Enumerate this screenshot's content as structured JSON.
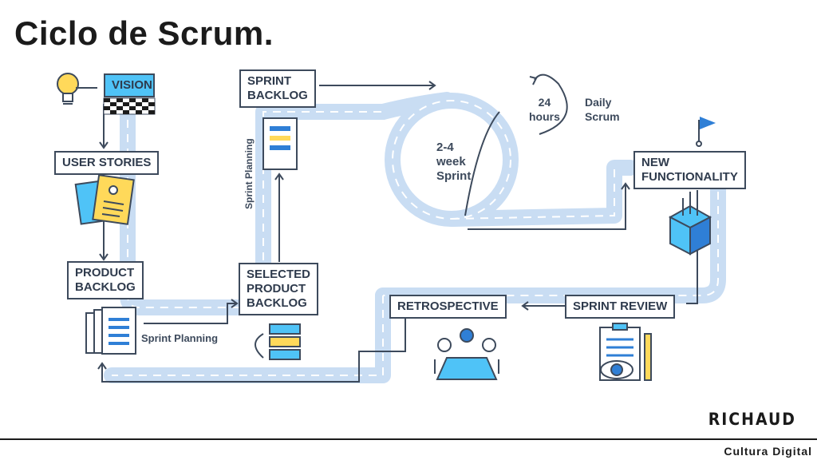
{
  "title": "Ciclo de Scrum.",
  "steps": {
    "vision": "VISION",
    "user_stories": "USER STORIES",
    "product_backlog_1": "PRODUCT",
    "product_backlog_2": "BACKLOG",
    "sprint_backlog_1": "SPRINT",
    "sprint_backlog_2": "BACKLOG",
    "selected_1": "SELECTED",
    "selected_2": "PRODUCT",
    "selected_3": "BACKLOG",
    "new_func_1": "NEW",
    "new_func_2": "FUNCTIONALITY",
    "sprint_review": "SPRINT REVIEW",
    "retrospective": "RETROSPECTIVE"
  },
  "labels": {
    "sprint_planning_h": "Sprint Planning",
    "sprint_planning_v": "Sprint Planning",
    "sprint_1": "2-4",
    "sprint_2": "week",
    "sprint_3": "Sprint",
    "hours_1": "24",
    "hours_2": "hours",
    "daily_1": "Daily",
    "daily_2": "Scrum"
  },
  "brand": "RICHAUD",
  "footer": "Cultura Digital",
  "colors": {
    "road": "#c9ddf3",
    "ink": "#3d4a5c",
    "yellow": "#ffd95a",
    "cyan": "#4fc3f7",
    "blue": "#2f7fd6"
  }
}
